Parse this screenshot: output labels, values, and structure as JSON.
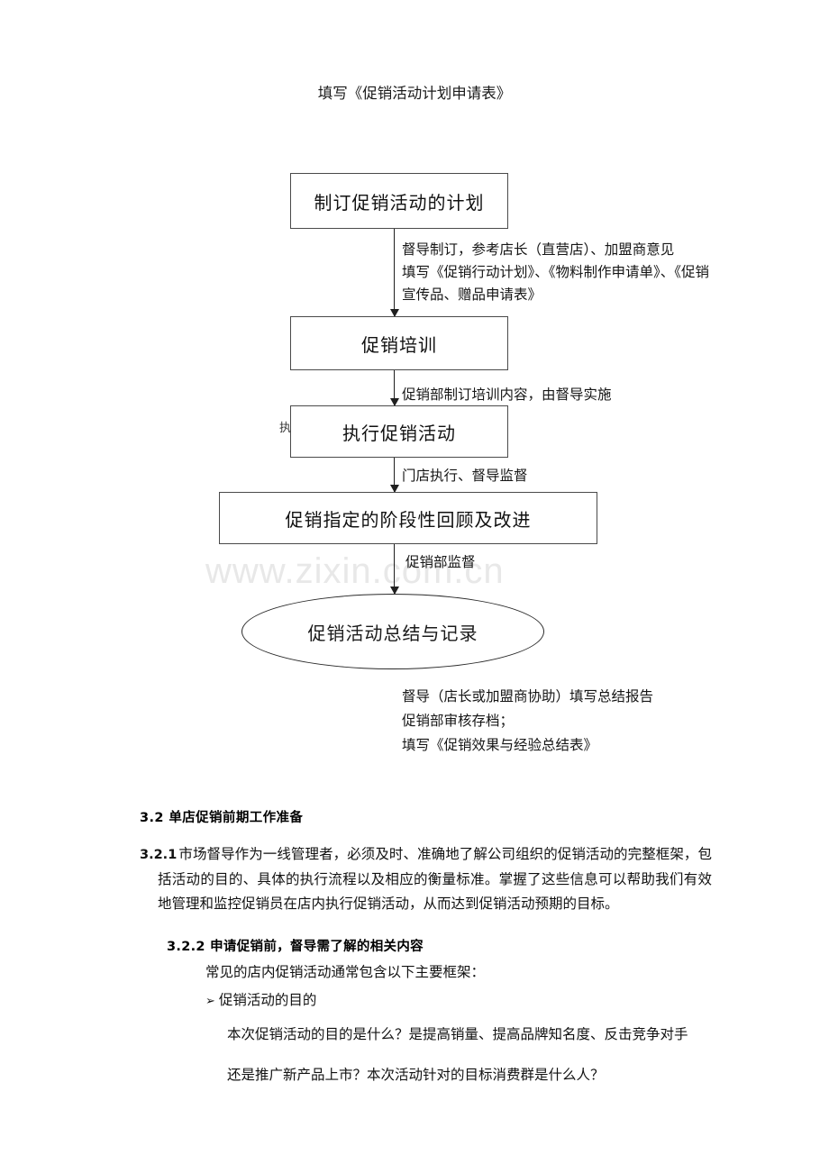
{
  "document": {
    "watermark": "www.zixin.com.cn",
    "top_label": "填写《促销活动计划申请表》"
  },
  "flowchart": {
    "type": "process-flow",
    "nodes": [
      {
        "id": "n1",
        "shape": "rect",
        "label": "制订促销活动的计划"
      },
      {
        "id": "n2",
        "shape": "rect",
        "label": "促销培训"
      },
      {
        "id": "n3",
        "shape": "rect",
        "label": "执行促销活动"
      },
      {
        "id": "n4",
        "shape": "rect",
        "label": "促销指定的阶段性回顾及改进"
      },
      {
        "id": "n5",
        "shape": "ellipse",
        "label": "促销活动总结与记录"
      }
    ],
    "edge_annotations": [
      "督导制订，参考店长（直营店）、加盟商意见\n填写《促销行动计划》、《物料制作申请单》、《促销\n宣传品、赠品申请表》",
      "促销部制订培训内容，由督导实施",
      "门店执行、督导监督",
      "促销部监督",
      "督导（店长或加盟商协助）填写总结报告\n促销部审核存档；\n填写《促销效果与经验总结表》"
    ],
    "artifact_glyph": "执"
  },
  "body": {
    "section_heading": "3.2  单店促销前期工作准备",
    "paragraph_321": {
      "number": "3.2.1",
      "text": "市场督导作为一线管理者，必须及时、准确地了解公司组织的促销活动的完整框架，包括活动的目的、具体的执行流程以及相应的衡量标准。掌握了这些信息可以帮助我们有效地管理和监控促销员在店内执行促销活动，从而达到促销活动预期的目标。"
    },
    "subsection_322": {
      "heading": "3.2.2 申请促销前，督导需了解的相关内容",
      "intro": "常见的店内促销活动通常包含以下主要框架：",
      "bullet_mark": "➢",
      "bullet_label": "促销活动的目的",
      "question_line_1": "本次促销活动的目的是什么？是提高销量、提高品牌知名度、反击竞争对手",
      "question_line_2": "还是推广新产品上市？本次活动针对的目标消费群是什么人？"
    }
  }
}
